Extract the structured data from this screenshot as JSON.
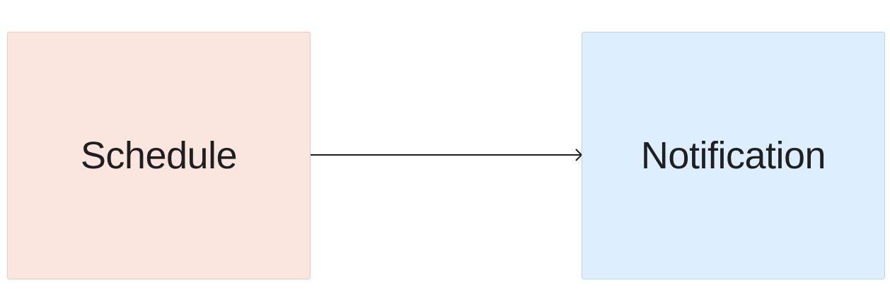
{
  "diagram": {
    "nodes": [
      {
        "id": "schedule",
        "label": "Schedule",
        "fill": "#fae5df",
        "border": "#f2c9bf"
      },
      {
        "id": "notification",
        "label": "Notification",
        "fill": "#ddeeff",
        "border": "#b9d6f0"
      }
    ],
    "edges": [
      {
        "from": "schedule",
        "to": "notification",
        "color": "#1f1f1f"
      }
    ]
  }
}
